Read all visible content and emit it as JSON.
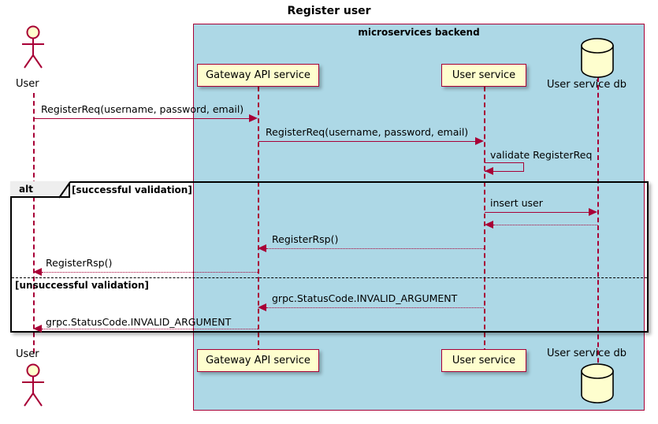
{
  "diagram": {
    "title": "Register user",
    "type": "sequence-diagram"
  },
  "group": {
    "label": "microservices backend",
    "fill_color": "#ADD8E6",
    "border_color": "#A80036"
  },
  "colors": {
    "accent": "#A80036",
    "participant_fill": "#FEFECE",
    "group_fill": "#ADD8E6",
    "frame": "#000000",
    "frame_tab_fill": "#EEEEEE"
  },
  "participants": [
    {
      "id": "user",
      "label": "User",
      "kind": "actor"
    },
    {
      "id": "gateway",
      "label": "Gateway API service",
      "kind": "participant"
    },
    {
      "id": "userservice",
      "label": "User service",
      "kind": "participant"
    },
    {
      "id": "userdb",
      "label": "User service db",
      "kind": "database"
    }
  ],
  "messages": [
    {
      "id": "m1",
      "from": "user",
      "to": "gateway",
      "label": "RegisterReq(username, password, email)",
      "style": "solid"
    },
    {
      "id": "m2",
      "from": "gateway",
      "to": "userservice",
      "label": "RegisterReq(username, password, email)",
      "style": "solid"
    },
    {
      "id": "m3",
      "from": "userservice",
      "to": "userservice",
      "label": "validate RegisterReq",
      "style": "solid",
      "self": true
    },
    {
      "id": "m4",
      "from": "userservice",
      "to": "userdb",
      "label": "insert user",
      "style": "solid"
    },
    {
      "id": "m5",
      "from": "userdb",
      "to": "userservice",
      "label": "",
      "style": "dotted"
    },
    {
      "id": "m6",
      "from": "userservice",
      "to": "gateway",
      "label": "RegisterRsp()",
      "style": "dotted"
    },
    {
      "id": "m7",
      "from": "gateway",
      "to": "user",
      "label": "RegisterRsp()",
      "style": "dotted"
    },
    {
      "id": "m8",
      "from": "userservice",
      "to": "gateway",
      "label": "grpc.StatusCode.INVALID_ARGUMENT",
      "style": "dotted"
    },
    {
      "id": "m9",
      "from": "gateway",
      "to": "user",
      "label": "grpc.StatusCode.INVALID_ARGUMENT",
      "style": "dotted"
    }
  ],
  "fragment": {
    "keyword": "alt",
    "branches": [
      {
        "guard": "[successful validation]"
      },
      {
        "guard": "[unsuccessful validation]"
      }
    ]
  }
}
